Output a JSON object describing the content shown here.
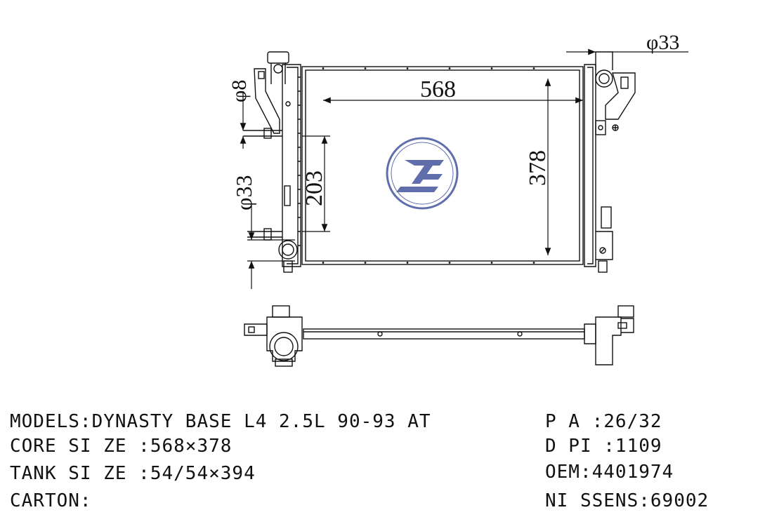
{
  "dimensions": {
    "top_outlet_dia": "φ33",
    "inlet_small_dia": "φ8",
    "core_width": "568",
    "core_height": "378",
    "inlet_spacing": "203",
    "inlet_dia": "φ33"
  },
  "specs_left": [
    {
      "label": "MODELS:",
      "value": "DYNASTY BASE L4 2.5L 90-93 AT"
    },
    {
      "label": "CORE SI ZE :",
      "value": "568×378"
    },
    {
      "label": "TANK SI ZE :",
      "value": "54/54×394"
    },
    {
      "label": "CARTON:",
      "value": ""
    }
  ],
  "specs_right": [
    {
      "label": "P A :",
      "value": "26/32"
    },
    {
      "label": "D PI :",
      "value": "1109"
    },
    {
      "label": "OEM:",
      "value": "4401974"
    },
    {
      "label": "NI SSENS:",
      "value": "69002"
    }
  ],
  "colors": {
    "line": "#111111",
    "watermark": "#2b3f8f"
  }
}
